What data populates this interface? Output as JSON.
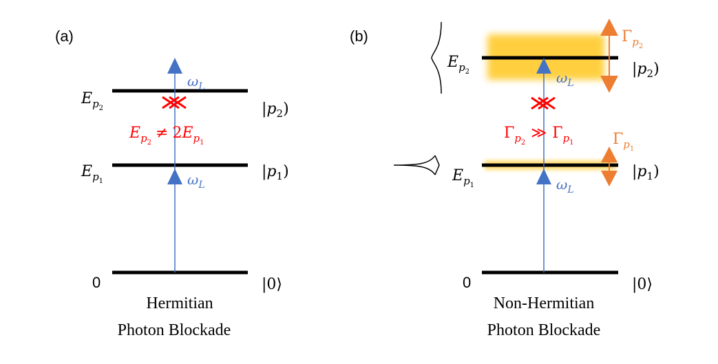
{
  "colors": {
    "level": "#000000",
    "pump": "#4472c4",
    "blockade": "#ff0000",
    "linewidth_arrow": "#ed7d31",
    "broadening_glow": "#ffc000",
    "lineshape": "#000000"
  },
  "panel_a": {
    "label": "(a)",
    "ground_energy": "0",
    "ground_state": "|0⟩",
    "level1_energy": {
      "base": "E",
      "sub": "p",
      "subsub": "1"
    },
    "level2_energy": {
      "base": "E",
      "sub": "p",
      "subsub": "2"
    },
    "state1_ket": {
      "pre": "|",
      "sym": "p",
      "sub": "1",
      "post": ")"
    },
    "state2_ket": {
      "pre": "|",
      "sym": "p",
      "sub": "2",
      "post": ")"
    },
    "pump_label": {
      "base": "ω",
      "sub": "L"
    },
    "condition": {
      "lhs_sub": "2",
      "op": "≠",
      "coef": "2",
      "rhs_sub": "1"
    },
    "caption_line1": "Hermitian",
    "caption_line2": "Photon Blockade",
    "blockade_icon": "double-cross-icon"
  },
  "panel_b": {
    "label": "(b)",
    "ground_energy": "0",
    "ground_state": "|0⟩",
    "level1_energy": {
      "base": "E",
      "sub": "p",
      "subsub": "1"
    },
    "level2_energy": {
      "base": "E",
      "sub": "p",
      "subsub": "2"
    },
    "state1_ket": {
      "pre": "|",
      "sym": "p",
      "sub": "1",
      "post": ")"
    },
    "state2_ket": {
      "pre": "|",
      "sym": "p",
      "sub": "2",
      "post": ")"
    },
    "pump_label": {
      "base": "ω",
      "sub": "L"
    },
    "condition": {
      "base": "Γ",
      "lhs_sub": "2",
      "op": "≫",
      "rhs_sub": "1"
    },
    "gamma1_label": {
      "base": "Γ",
      "sub": "p",
      "subsub": "1"
    },
    "gamma2_label": {
      "base": "Γ",
      "sub": "p",
      "subsub": "2"
    },
    "caption_line1": "Non-Hermitian",
    "caption_line2": "Photon Blockade",
    "blockade_icon": "double-cross-icon"
  }
}
